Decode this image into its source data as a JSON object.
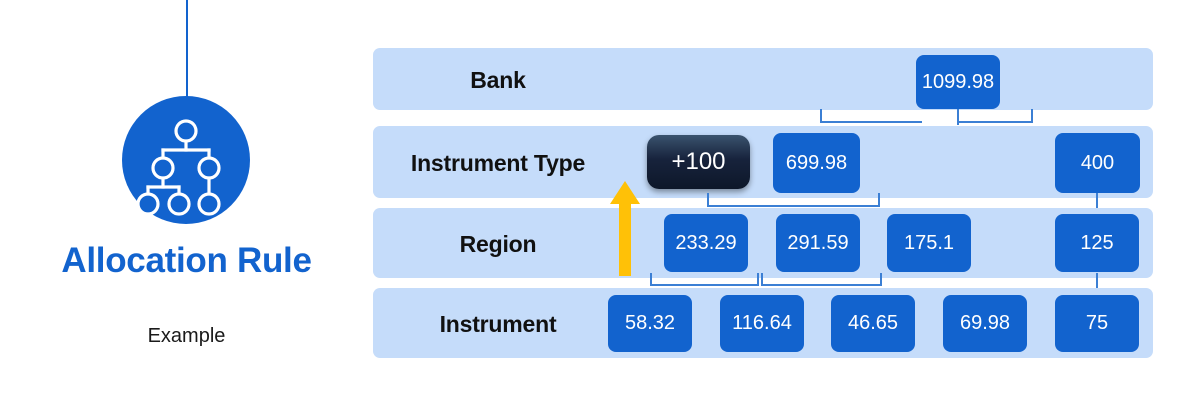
{
  "left": {
    "title": "Allocation Rule",
    "subtitle": "Example",
    "icon": "hierarchy-tree-icon",
    "accent_color": "#1263CE"
  },
  "colors": {
    "accent_blue": "#1263CE",
    "band_blue": "#C5DCFA",
    "connector_blue": "#3B7FD4",
    "adjust_dark": "#17233C",
    "arrow_gold": "#FFC107",
    "box_text": "#FFFFFF",
    "label_text": "#111111"
  },
  "chart_data": {
    "type": "diagram",
    "title": "Allocation Rule",
    "subtitle": "Example",
    "levels": [
      {
        "label": "Bank",
        "nodes": [
          {
            "value": "1099.98"
          }
        ]
      },
      {
        "label": "Instrument Type",
        "nodes": [
          {
            "value": "+100",
            "kind": "adjustment"
          },
          {
            "value": "699.98"
          },
          {
            "value": "400"
          }
        ]
      },
      {
        "label": "Region",
        "nodes": [
          {
            "value": "233.29"
          },
          {
            "value": "291.59"
          },
          {
            "value": "175.1"
          },
          {
            "value": "125"
          }
        ]
      },
      {
        "label": "Instrument",
        "nodes": [
          {
            "value": "58.32"
          },
          {
            "value": "116.64"
          },
          {
            "value": "46.65"
          },
          {
            "value": "69.98"
          },
          {
            "value": "75"
          }
        ]
      }
    ],
    "annotations": [
      {
        "name": "allocation-arrow",
        "value": "",
        "direction": "up"
      }
    ]
  },
  "rows": {
    "bank": {
      "label": "Bank",
      "v0": "1099.98"
    },
    "instrument_type": {
      "label": "Instrument Type",
      "v0": "+100",
      "v1": "699.98",
      "v2": "400"
    },
    "region": {
      "label": "Region",
      "v0": "233.29",
      "v1": "291.59",
      "v2": "175.1",
      "v3": "125"
    },
    "instrument": {
      "label": "Instrument",
      "v0": "58.32",
      "v1": "116.64",
      "v2": "46.65",
      "v3": "69.98",
      "v4": "75"
    }
  }
}
